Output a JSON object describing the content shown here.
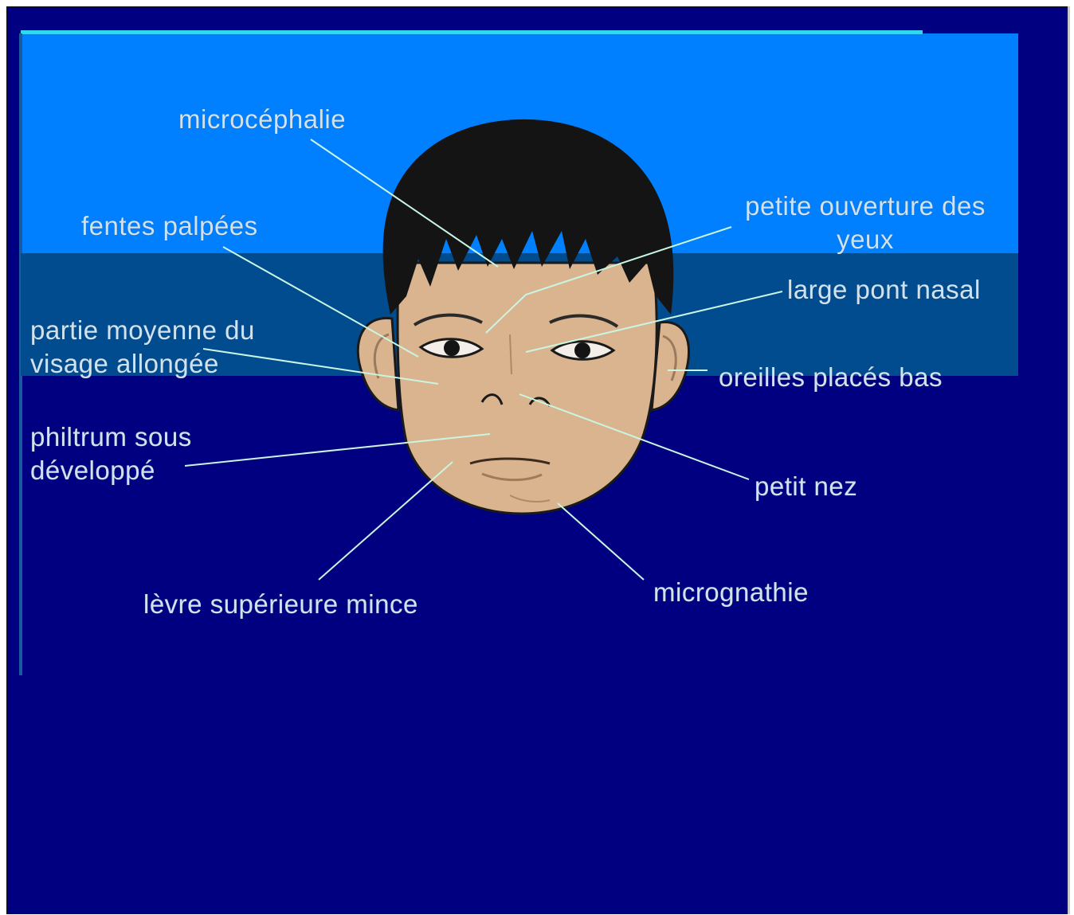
{
  "colors": {
    "frame_background": "#000080",
    "top_band": "#0080ff",
    "middle_band": "#004c8e",
    "skin": "#d9b48f",
    "hair": "#141414",
    "leader_line": "#c9f5e2",
    "label_text": "#cfe3ee"
  },
  "labels": {
    "microcephalie": "microcéphalie",
    "fentes_palpees": "fentes palpées",
    "petite_ouverture_1": "petite ouverture des",
    "petite_ouverture_2": "yeux",
    "large_pont_nasal": "large pont nasal",
    "partie_moyenne_1": "partie moyenne du",
    "partie_moyenne_2": "visage allongée",
    "oreilles_places_bas": "oreilles placés bas",
    "philtrum_1": "philtrum sous",
    "philtrum_2": "développé",
    "petit_nez": "petit nez",
    "micrognathie": "micrognathie",
    "levre_superieure": "lèvre supérieure mince"
  }
}
